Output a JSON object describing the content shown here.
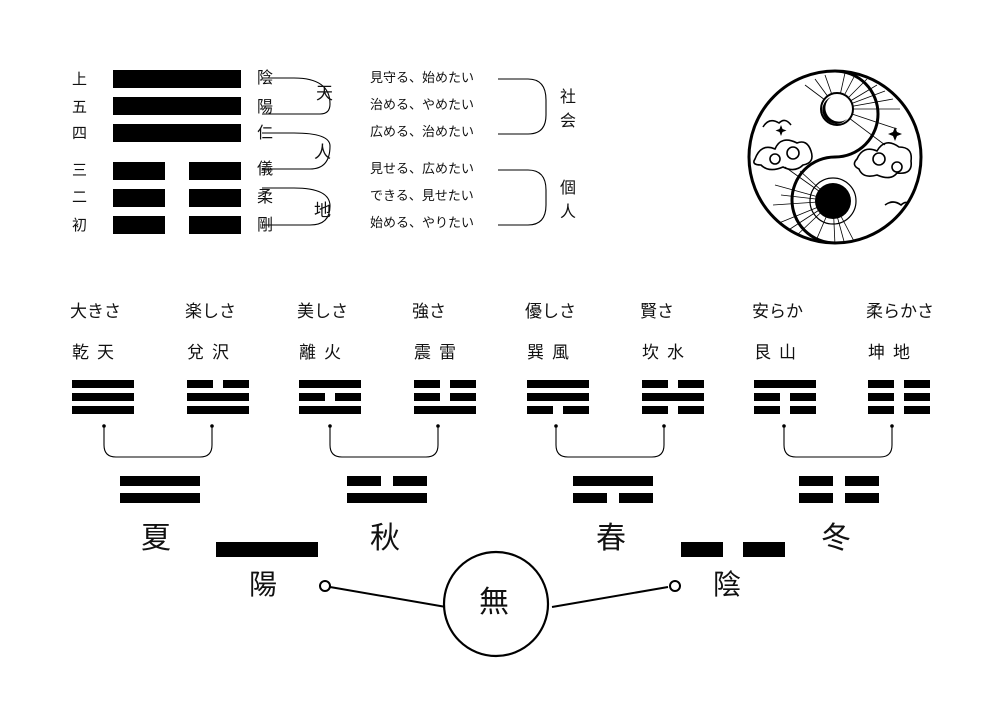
{
  "hexagram": {
    "position_labels": [
      "上",
      "五",
      "四",
      "三",
      "二",
      "初"
    ],
    "line_types": [
      "yang",
      "yang",
      "yang",
      "yin",
      "yin",
      "yin"
    ],
    "line_names": [
      "陰",
      "陽",
      "仁",
      "儀",
      "柔",
      "剛"
    ],
    "three_powers": [
      "天",
      "人",
      "地"
    ]
  },
  "phrases": [
    "見守る、始めたい",
    "治める、やめたい",
    "広める、治めたい",
    "見せる、広めたい",
    "できる、見せたい",
    "始める、やりたい"
  ],
  "groups": {
    "society": "社会",
    "individual": "個人"
  },
  "trigrams": [
    {
      "quality": "大きさ",
      "name": "乾天",
      "lines": [
        "yang",
        "yang",
        "yang"
      ]
    },
    {
      "quality": "楽しさ",
      "name": "兌沢",
      "lines": [
        "yin",
        "yang",
        "yang"
      ]
    },
    {
      "quality": "美しさ",
      "name": "離火",
      "lines": [
        "yang",
        "yin",
        "yang"
      ]
    },
    {
      "quality": "強さ",
      "name": "震雷",
      "lines": [
        "yin",
        "yin",
        "yang"
      ]
    },
    {
      "quality": "優しさ",
      "name": "巽風",
      "lines": [
        "yang",
        "yang",
        "yin"
      ]
    },
    {
      "quality": "賢さ",
      "name": "坎水",
      "lines": [
        "yin",
        "yang",
        "yin"
      ]
    },
    {
      "quality": "安らか",
      "name": "艮山",
      "lines": [
        "yang",
        "yin",
        "yin"
      ]
    },
    {
      "quality": "柔らかさ",
      "name": "坤地",
      "lines": [
        "yin",
        "yin",
        "yin"
      ]
    }
  ],
  "seasons": [
    {
      "name": "夏",
      "lines": [
        "yang",
        "yang"
      ]
    },
    {
      "name": "秋",
      "lines": [
        "yin",
        "yang"
      ]
    },
    {
      "name": "春",
      "lines": [
        "yang",
        "yin"
      ]
    },
    {
      "name": "冬",
      "lines": [
        "yin",
        "yin"
      ]
    }
  ],
  "polarity": {
    "yang": "陽",
    "yin": "陰",
    "void": "無"
  }
}
